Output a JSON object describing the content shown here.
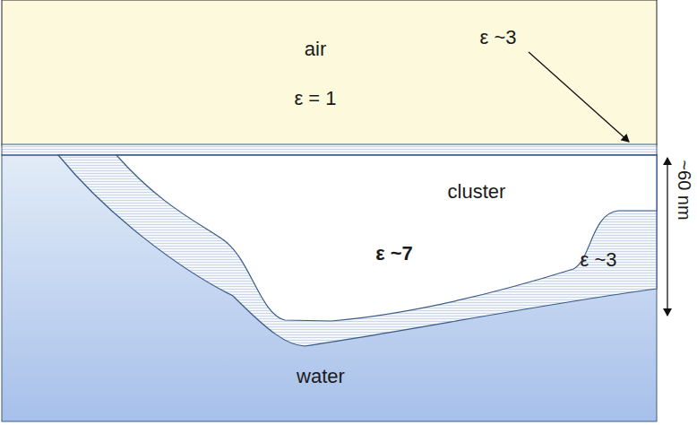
{
  "diagram": {
    "labels": [
      "air",
      "ε = 1",
      "ε ~3",
      "cluster",
      "ε ~7",
      "ε ~3",
      "water",
      "~60 nm"
    ]
  }
}
